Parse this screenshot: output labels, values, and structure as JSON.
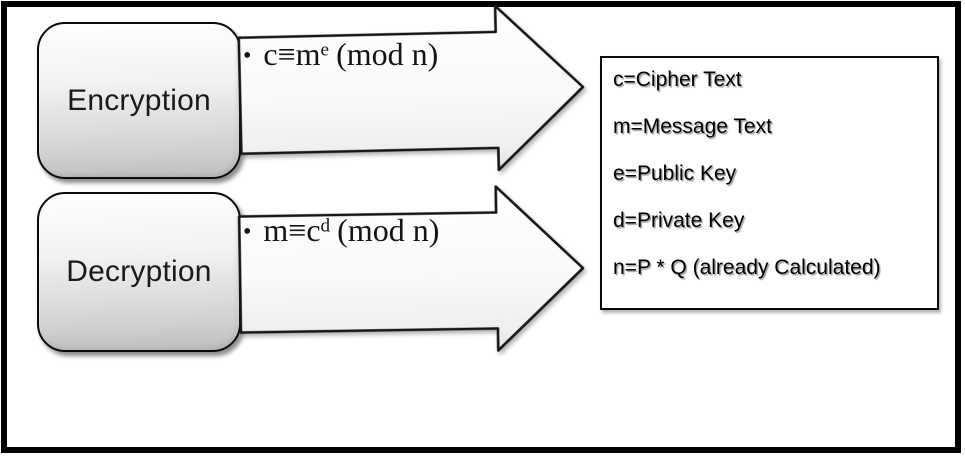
{
  "colors": {
    "frame": "#000000",
    "box_border": "#0a0a0a",
    "box_gradient_top": "#ffffff",
    "box_gradient_bottom": "#c0c0c0",
    "arrow_fill_top": "#ffffff",
    "arrow_fill_bottom": "#e6e6e6",
    "text": "#141414",
    "background": "#ffffff"
  },
  "steps": [
    {
      "label": "Encryption",
      "bullet": "•",
      "formula_lhs": "c≡m",
      "formula_sup": "e",
      "formula_tail": "(mod n)"
    },
    {
      "label": "Decryption",
      "bullet": "•",
      "formula_lhs": "m≡c",
      "formula_sup": "d",
      "formula_tail": "(mod n)"
    }
  ],
  "legend": {
    "items": [
      "c=Cipher Text",
      "m=Message Text",
      "e=Public Key",
      "d=Private Key",
      "n=P * Q (already Calculated)"
    ]
  }
}
